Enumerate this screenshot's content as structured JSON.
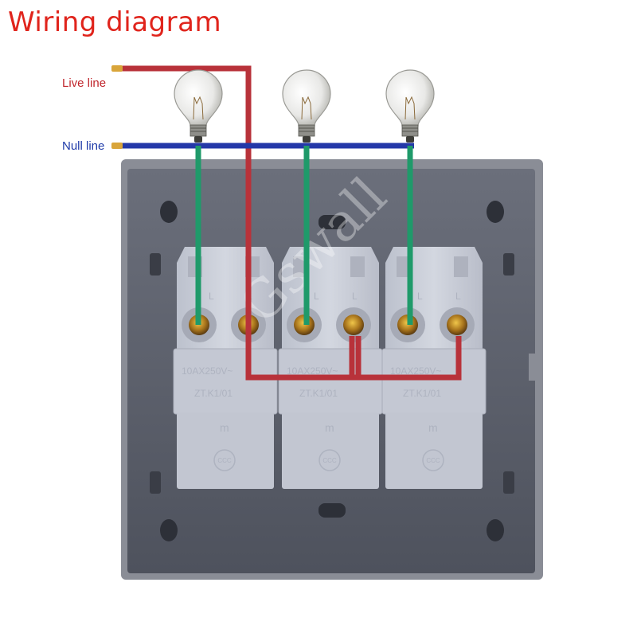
{
  "title": "Wiring diagram",
  "labels": {
    "live": "Live line",
    "null": "Null line"
  },
  "modules": [
    {
      "rating": "10AX250V~",
      "model": "ZT.K1/01",
      "mark": "m",
      "terminal_left": "L",
      "terminal_right": "L"
    },
    {
      "rating": "10AX250V~",
      "model": "ZT.K1/01",
      "mark": "m",
      "terminal_left": "L",
      "terminal_right": "L"
    },
    {
      "rating": "10AX250V~",
      "model": "ZT.K1/01",
      "mark": "m",
      "terminal_left": "L",
      "terminal_right": "L"
    }
  ],
  "certification_mark": "CCC",
  "watermark": "Gswall",
  "colors": {
    "title": "#e0241c",
    "live_wire": "#b8323a",
    "null_wire": "#2438a8",
    "switch_wire": "#1f9a6a",
    "plate": "#5b5f6b",
    "module": "#c9cdd8"
  }
}
